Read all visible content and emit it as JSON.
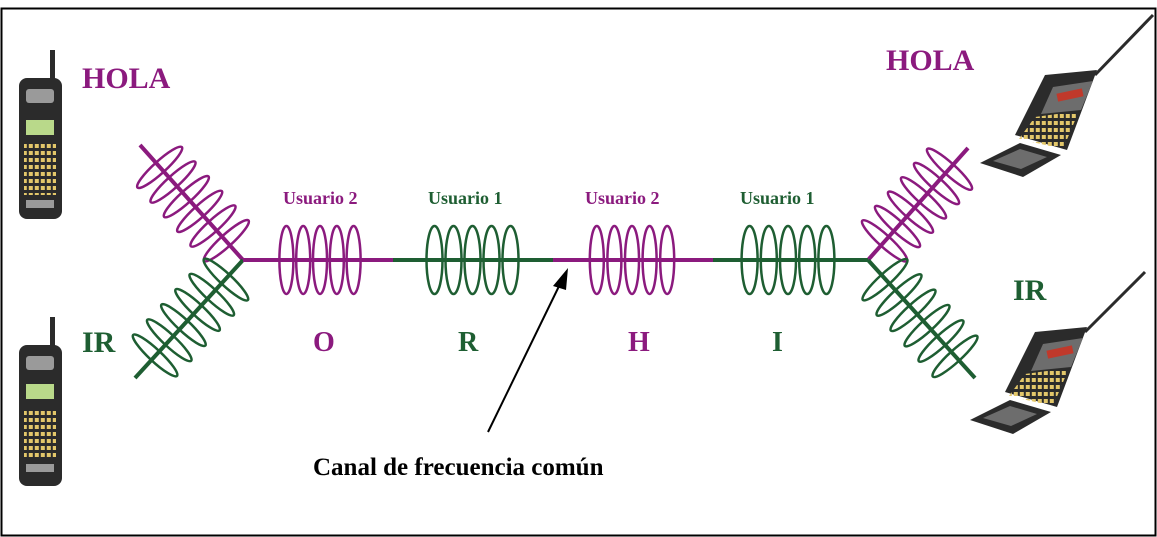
{
  "labels": {
    "hola_left": "HOLA",
    "hola_right": "HOLA",
    "ir_left": "IR",
    "ir_right": "IR",
    "user_labels": [
      "Usuario 2",
      "Usuario 1",
      "Usuario 2",
      "Usuario 1"
    ],
    "letters": [
      "O",
      "R",
      "H",
      "I"
    ],
    "caption": "Canal de frecuencia común"
  },
  "colors": {
    "purple": "#8b1a7e",
    "green": "#1e5e32",
    "phone_body": "#2b2b2b",
    "phone_screen": "#b9d98a",
    "phone_keys": "#e3c76a"
  },
  "icons": [
    "mobile-phone-icon",
    "flip-phone-icon"
  ]
}
